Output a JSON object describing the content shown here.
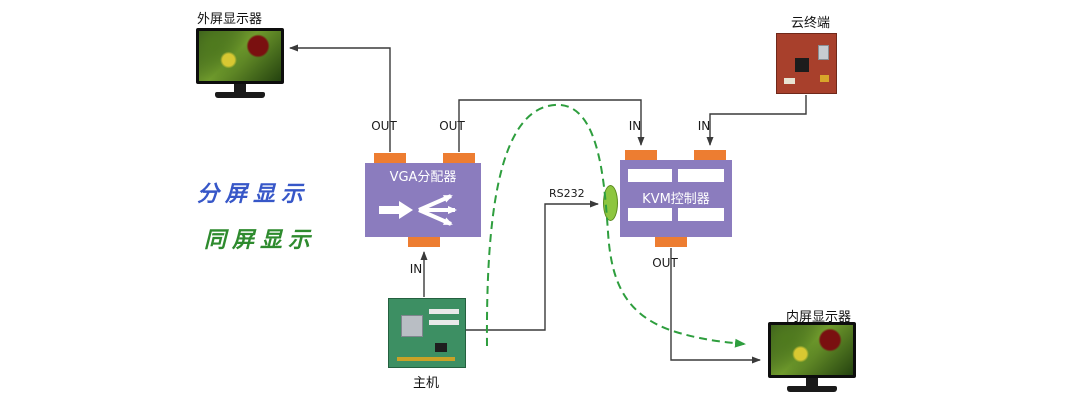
{
  "legend": {
    "split_screen": "分屏显示",
    "same_screen": "同屏显示",
    "split_color": "#3757c8",
    "same_color": "#2e8b2e"
  },
  "nodes": {
    "external_monitor": {
      "label": "外屏显示器"
    },
    "cloud_terminal": {
      "label": "云终端"
    },
    "vga_splitter": {
      "label": "VGA分配器"
    },
    "kvm_controller": {
      "label": "KVM控制器"
    },
    "host": {
      "label": "主机"
    },
    "internal_monitor": {
      "label": "内屏显示器"
    }
  },
  "ports": {
    "vga_out_left": "OUT",
    "vga_out_right": "OUT",
    "vga_in_bottom": "IN",
    "kvm_in_left": "IN",
    "kvm_in_right": "IN",
    "kvm_out_bottom": "OUT"
  },
  "labels": {
    "rs232": "RS232"
  },
  "colors": {
    "device_purple": "#8b7cbe",
    "port_orange": "#ed7d31",
    "connector_green": "#8dc63f",
    "solid_line": "#3a3a3a",
    "dashed_line": "#2e9e3e"
  }
}
